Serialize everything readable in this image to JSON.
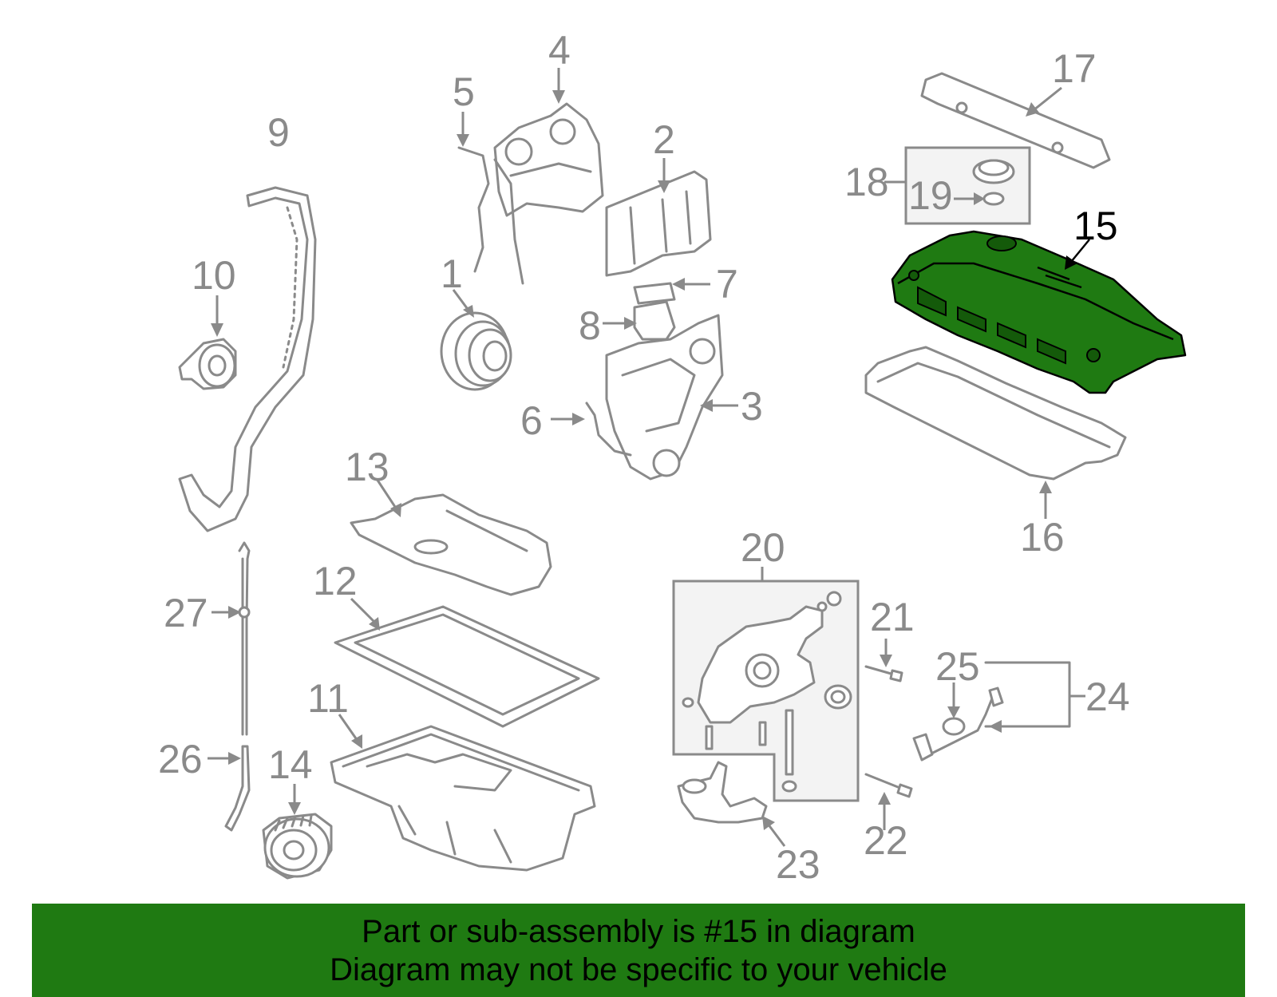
{
  "diagram": {
    "highlight_color": "#1f7a12",
    "callout_labels": [
      {
        "id": "1",
        "text": "1"
      },
      {
        "id": "2",
        "text": "2"
      },
      {
        "id": "3",
        "text": "3"
      },
      {
        "id": "4",
        "text": "4"
      },
      {
        "id": "5",
        "text": "5"
      },
      {
        "id": "6",
        "text": "6"
      },
      {
        "id": "7",
        "text": "7"
      },
      {
        "id": "8",
        "text": "8"
      },
      {
        "id": "9",
        "text": "9"
      },
      {
        "id": "10",
        "text": "10"
      },
      {
        "id": "11",
        "text": "11"
      },
      {
        "id": "12",
        "text": "12"
      },
      {
        "id": "13",
        "text": "13"
      },
      {
        "id": "14",
        "text": "14"
      },
      {
        "id": "15",
        "text": "15"
      },
      {
        "id": "16",
        "text": "16"
      },
      {
        "id": "17",
        "text": "17"
      },
      {
        "id": "18",
        "text": "18"
      },
      {
        "id": "19",
        "text": "19"
      },
      {
        "id": "20",
        "text": "20"
      },
      {
        "id": "21",
        "text": "21"
      },
      {
        "id": "22",
        "text": "22"
      },
      {
        "id": "23",
        "text": "23"
      },
      {
        "id": "24",
        "text": "24"
      },
      {
        "id": "25",
        "text": "25"
      },
      {
        "id": "26",
        "text": "26"
      },
      {
        "id": "27",
        "text": "27"
      }
    ],
    "highlighted_part": "15"
  },
  "banner": {
    "background": "#1f7a12",
    "line1": "Part or sub-assembly is #15 in diagram",
    "line2": "Diagram may not be specific to your vehicle"
  }
}
